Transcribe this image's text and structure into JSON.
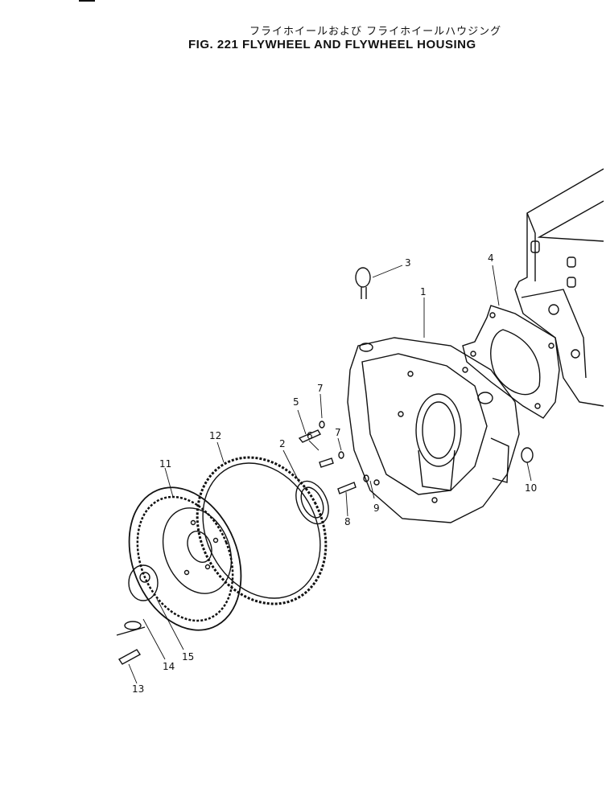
{
  "title_jp": "フライホイールおよび フライホイールハウジング",
  "title_en": "FIG. 221  FLYWHEEL AND FLYWHEEL HOUSING",
  "callouts": [
    "1",
    "2",
    "3",
    "4",
    "5",
    "6",
    "7",
    "7",
    "8",
    "9",
    "10",
    "11",
    "12",
    "13",
    "14",
    "15"
  ]
}
